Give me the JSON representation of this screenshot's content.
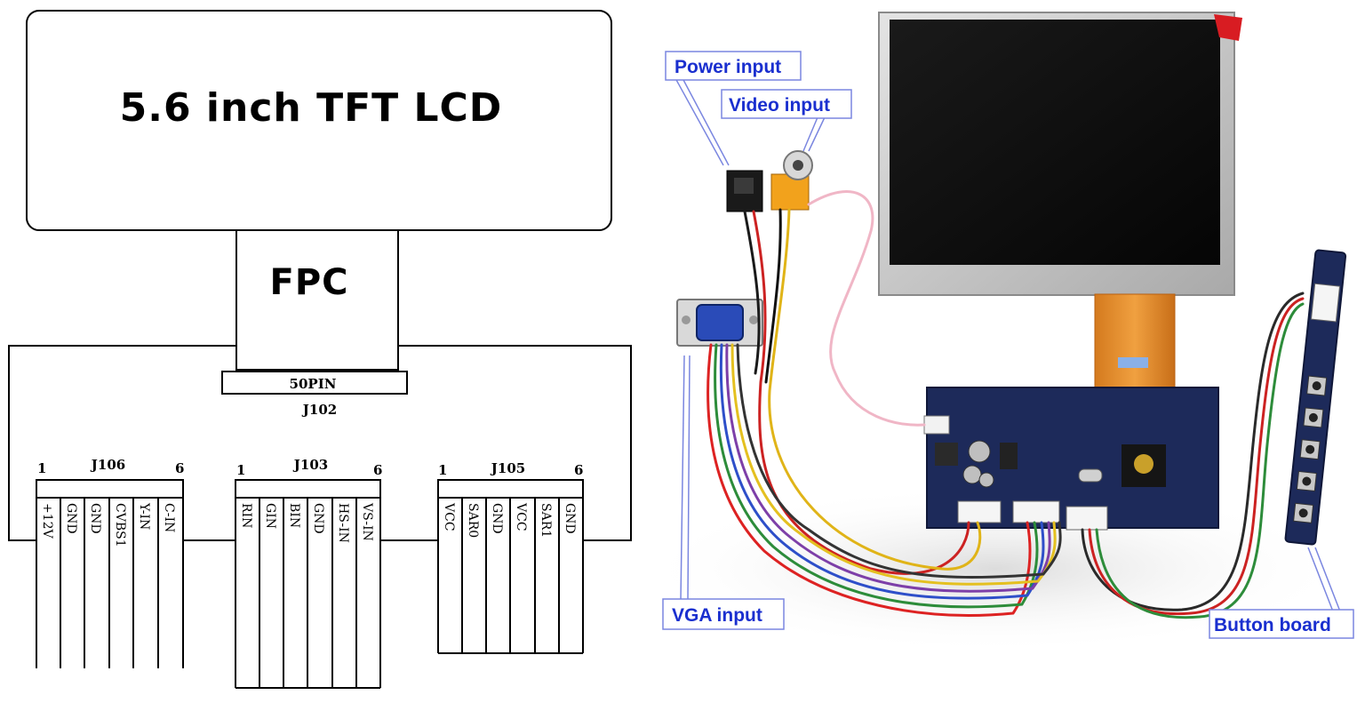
{
  "diagram": {
    "lcd_label": "5.6 inch TFT LCD",
    "fpc_label": "FPC",
    "fpc_connector_label": "50PIN",
    "fpc_connector_name": "J102",
    "connectors": [
      {
        "id": "J106",
        "first": "1",
        "last": "6",
        "pins": [
          "+12V",
          "GND",
          "GND",
          "CVBS1",
          "Y-IN",
          "C-IN"
        ]
      },
      {
        "id": "J103",
        "first": "1",
        "last": "6",
        "pins": [
          "RIN",
          "GIN",
          "BIN",
          "GND",
          "HS-IN",
          "VS-IN"
        ]
      },
      {
        "id": "J105",
        "first": "1",
        "last": "6",
        "pins": [
          "VCC",
          "SAR0",
          "GND",
          "VCC",
          "SAR1",
          "GND"
        ]
      }
    ]
  },
  "photo": {
    "callouts": {
      "power": "Power input",
      "video": "Video input",
      "vga": "VGA input",
      "button": "Button board"
    }
  },
  "colors": {
    "callout_text": "#1a2fcf",
    "callout_border": "#7a86e0",
    "pcb": "#1d2a5a",
    "fpc": "#e8892a"
  }
}
